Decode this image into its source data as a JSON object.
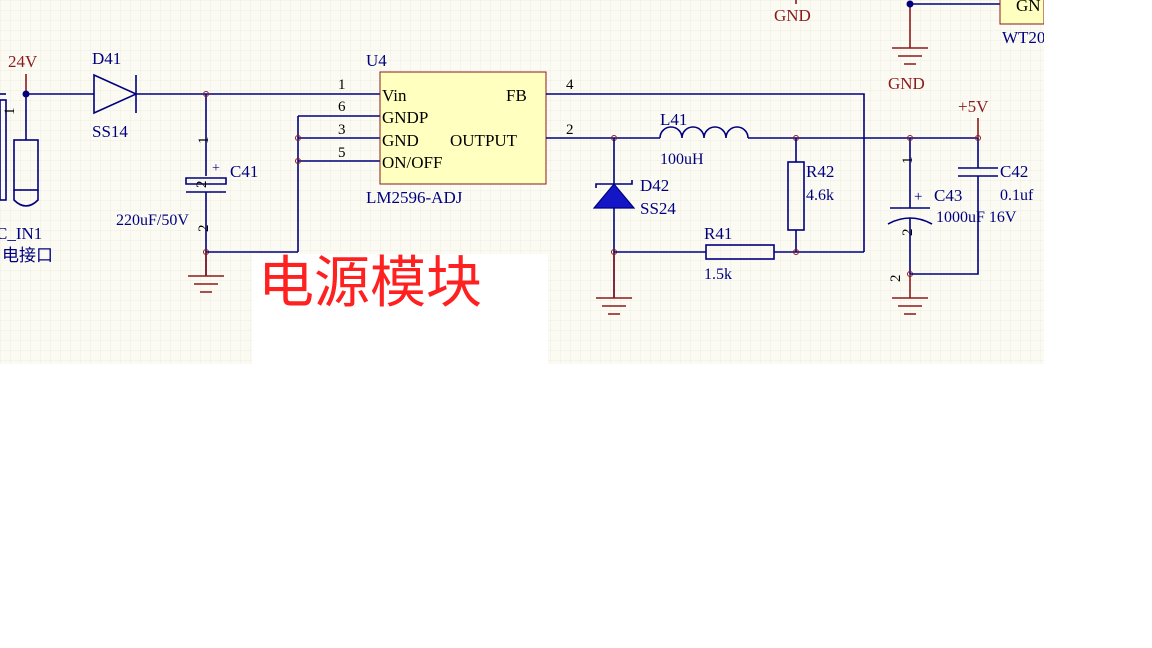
{
  "colors": {
    "background": "#fbfbf4",
    "grid": "#e9e9dc",
    "wire": "#00007f",
    "ic_body": "#ffffc0",
    "ic_border": "#8b1a1a",
    "net_label": "#8b1a1a",
    "title": "#ff2020"
  },
  "title": "电源模块",
  "nets": {
    "input": "24V",
    "output": "+5V",
    "gnd_top": "GND",
    "gnd_right": "GND"
  },
  "connector": {
    "ref": "C_IN1",
    "desc": "电接口",
    "pin": "1"
  },
  "partial_part": {
    "ref": "WT20",
    "pin_label": "GN"
  },
  "diode_in": {
    "ref": "D41",
    "value": "SS14"
  },
  "cap_in": {
    "ref": "C41",
    "value": "220uF/50V",
    "pin1": "1",
    "pin2": "2",
    "pin2b": "2"
  },
  "regulator": {
    "ref": "U4",
    "value": "LM2596-ADJ",
    "pins": {
      "vin": {
        "name": "Vin",
        "num": "1"
      },
      "gndp": {
        "name": "GNDP",
        "num": "6"
      },
      "gnd": {
        "name": "GND",
        "num": "3"
      },
      "onoff": {
        "name": "ON/OFF",
        "num": "5"
      },
      "fb": {
        "name": "FB",
        "num": "4"
      },
      "output": {
        "name": "OUTPUT",
        "num": "2"
      }
    }
  },
  "schottky": {
    "ref": "D42",
    "value": "SS24"
  },
  "inductor": {
    "ref": "L41",
    "value": "100uH"
  },
  "r42": {
    "ref": "R42",
    "value": "4.6k"
  },
  "r41": {
    "ref": "R41",
    "value": "1.5k"
  },
  "c43": {
    "ref": "C43",
    "value": "1000uF 16V",
    "pin1": "1",
    "pin2": "2",
    "pin2b": "2",
    "plus": "+"
  },
  "c42": {
    "ref": "C42",
    "value": "0.1uf"
  }
}
